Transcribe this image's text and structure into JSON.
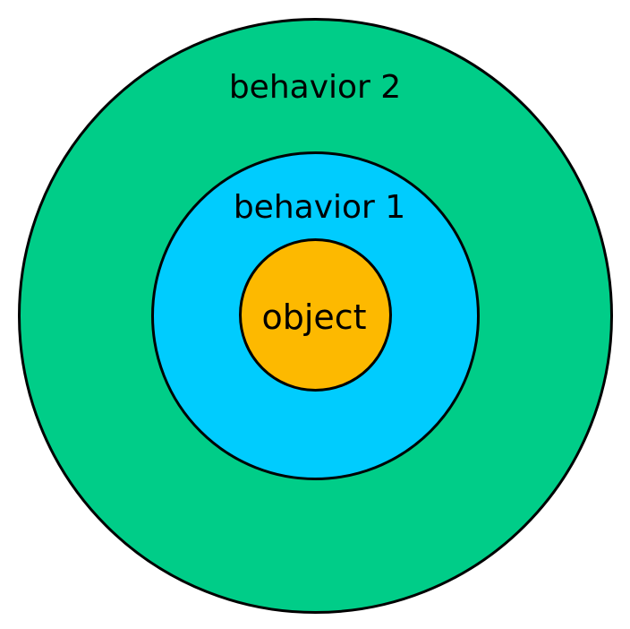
{
  "diagram": {
    "layers": [
      {
        "label": "behavior 2",
        "color": "#00cd88"
      },
      {
        "label": "behavior 1",
        "color": "#00ccfe"
      },
      {
        "label": "object",
        "color": "#fdb900"
      }
    ],
    "border_color": "#000000"
  }
}
